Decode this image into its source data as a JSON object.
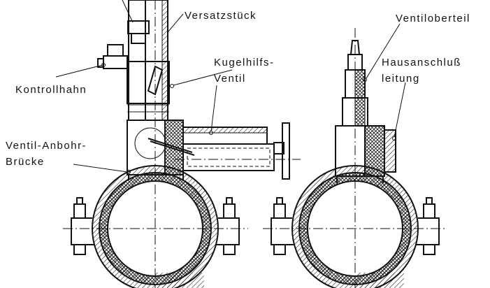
{
  "labels": {
    "versatzstueck": "Versatzstück",
    "ventiloberteil": "Ventiloberteil",
    "kugelhilfs_1": "Kugelhilfs-",
    "kugelhilfs_2": "Ventil",
    "hausanschluss_1": "Hausanschluß",
    "hausanschluss_2": "leitung",
    "kontrollhahn": "Kontrollhahn",
    "ventil_anbohr_1": "Ventil-Anbohr-",
    "ventil_anbohr_2": "Brücke"
  }
}
